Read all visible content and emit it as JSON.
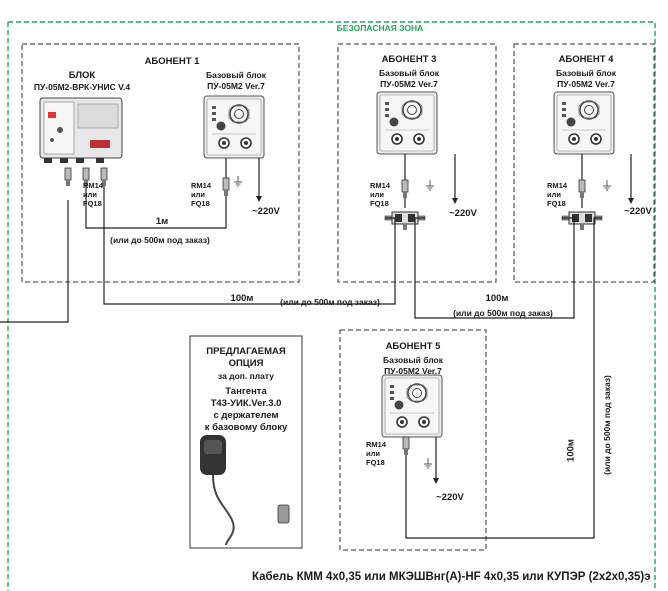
{
  "zone_title": "БЕЗОПАСНАЯ ЗОНА",
  "subscriber_1": {
    "title": "АБОНЕНТ 1",
    "unit_title": "БЛОК",
    "unit_model": "ПУ-05М2-ВРК-УНИС V.4",
    "base_title": "Базовый блок",
    "base_model": "ПУ-05М2 Ver.7",
    "conn_a": "RM14",
    "conn_b": "или",
    "conn_c": "FQ18",
    "conn2_a": "RM14",
    "conn2_b": "или",
    "conn2_c": "FQ18",
    "dist": "1м",
    "dist_note": "(или до 500м под заказ)"
  },
  "subscriber_3": {
    "title": "АБОНЕНТ 3",
    "base_title": "Базовый блок",
    "base_model": "ПУ-05М2 Ver.7",
    "conn_a": "RM14",
    "conn_b": "или",
    "conn_c": "FQ18",
    "power": "~220V"
  },
  "subscriber_4": {
    "title": "АБОНЕНТ 4",
    "base_title": "Базовый блок",
    "base_model": "ПУ-05М2 Ver.7",
    "conn_a": "RM14",
    "conn_b": "или",
    "conn_c": "FQ18",
    "power": "~220V"
  },
  "subscriber_5": {
    "title": "АБОНЕНТ 5",
    "base_title": "Базовый блок",
    "base_model": "ПУ-05М2 Ver.7",
    "conn_a": "RM14",
    "conn_b": "или",
    "conn_c": "FQ18",
    "power": "~220V"
  },
  "power_1": "~220V",
  "link_1_3": {
    "dist": "100м",
    "note": "(или до 500м под заказ)"
  },
  "link_3_4": {
    "dist": "100м",
    "note": "(или до 500м под заказ)"
  },
  "link_4_5": {
    "dist": "100м",
    "note": "(или до 500м под заказ)"
  },
  "option": {
    "l1": "ПРЕДЛАГАЕМАЯ",
    "l2": "ОПЦИЯ",
    "l3": "за доп. плату",
    "l4": "Тангента",
    "l5": "Т43-УИК.Ver.3.0",
    "l6": "с держателем",
    "l7": "к базовому блоку"
  },
  "cable_note": "Кабель КММ 4х0,35 или МКЭШВнг(А)-HF 4х0,35 или КУПЭР (2х2х0,35)э",
  "colors": {
    "zone": "#27a35a",
    "line": "#1a1a1a",
    "box": "#333333",
    "device": "#eeeeee"
  }
}
